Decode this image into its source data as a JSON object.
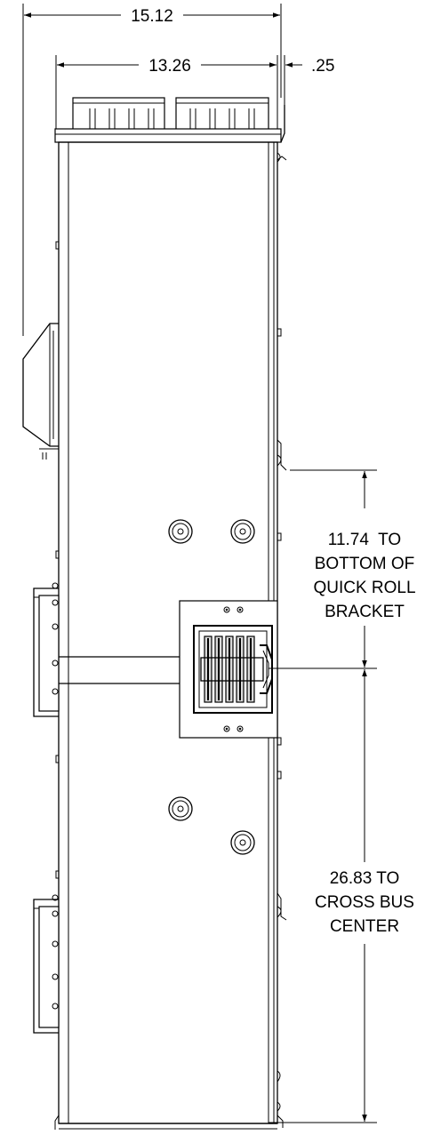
{
  "dimensions": {
    "overall_width": "15.12",
    "body_width": "13.26",
    "flange_width": ".25"
  },
  "notes": {
    "quick_roll": [
      "11.74  TO",
      "BOTTOM OF",
      "QUICK ROLL",
      "BRACKET"
    ],
    "cross_bus": [
      "26.83 TO",
      "CROSS BUS",
      "CENTER"
    ]
  }
}
